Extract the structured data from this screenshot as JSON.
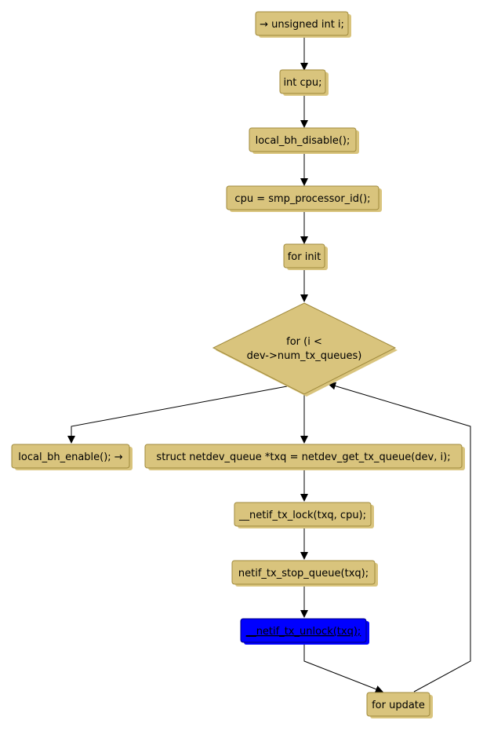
{
  "nodes": [
    {
      "id": "n1",
      "label": "→ unsigned int i;",
      "shape": "box"
    },
    {
      "id": "n2",
      "label": "int cpu;",
      "shape": "box"
    },
    {
      "id": "n3",
      "label": "local_bh_disable();",
      "shape": "box"
    },
    {
      "id": "n4",
      "label": "cpu = smp_processor_id();",
      "shape": "box"
    },
    {
      "id": "n5",
      "label": "for init",
      "shape": "box"
    },
    {
      "id": "n6",
      "label_lines": [
        "for (i <",
        "dev->num_tx_queues)"
      ],
      "shape": "diamond"
    },
    {
      "id": "n7",
      "label": "local_bh_enable(); →",
      "shape": "box"
    },
    {
      "id": "n8",
      "label": "struct netdev_queue *txq = netdev_get_tx_queue(dev, i);",
      "shape": "box"
    },
    {
      "id": "n9",
      "label": "__netif_tx_lock(txq, cpu);",
      "shape": "box"
    },
    {
      "id": "n10",
      "label": "netif_tx_stop_queue(txq);",
      "shape": "box"
    },
    {
      "id": "n11",
      "label": "__netif_tx_unlock(txq);",
      "shape": "box",
      "highlight": true,
      "color": "#0000ff"
    },
    {
      "id": "n12",
      "label": "for update",
      "shape": "box"
    }
  ],
  "edges": [
    {
      "from": "n1",
      "to": "n2"
    },
    {
      "from": "n2",
      "to": "n3"
    },
    {
      "from": "n3",
      "to": "n4"
    },
    {
      "from": "n4",
      "to": "n5"
    },
    {
      "from": "n5",
      "to": "n6"
    },
    {
      "from": "n6",
      "to": "n7"
    },
    {
      "from": "n6",
      "to": "n8"
    },
    {
      "from": "n8",
      "to": "n9"
    },
    {
      "from": "n9",
      "to": "n10"
    },
    {
      "from": "n10",
      "to": "n11"
    },
    {
      "from": "n11",
      "to": "n12"
    },
    {
      "from": "n12",
      "to": "n6"
    }
  ],
  "colors": {
    "node_fill": "#d9c47d",
    "highlight_fill": "#0000ff",
    "edge": "#000000"
  }
}
